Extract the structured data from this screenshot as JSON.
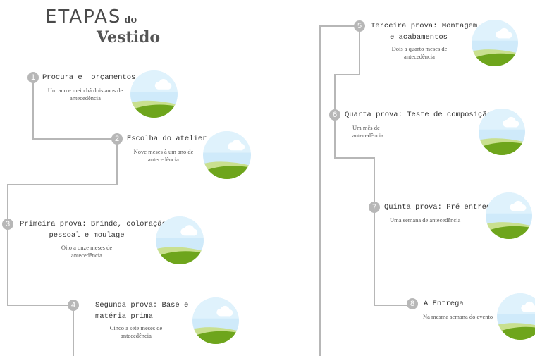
{
  "header": {
    "title_main": "ETAPAS",
    "title_do": "do",
    "title_sub": "Vestido"
  },
  "stages": [
    {
      "num": "1",
      "title": "Procura e  orçamentos",
      "desc": "Um ano e meio há dois anos de antecedência"
    },
    {
      "num": "2",
      "title": "Escolha do atelier",
      "desc": "Nove meses à um ano de antecedência"
    },
    {
      "num": "3",
      "title": "Primeira prova: Brinde, coloração\npessoal e moulage",
      "desc": "Oito a onze meses de antecedência"
    },
    {
      "num": "4",
      "title": "Segunda prova: Base e\nmatéria prima",
      "desc": "Cinco a sete meses de antecedência"
    },
    {
      "num": "5",
      "title": "Terceira prova: Montagem\ne acabamentos",
      "desc": "Dois a quarto meses de antecedência"
    },
    {
      "num": "6",
      "title": "Quarta prova: Teste de composição",
      "desc": "Um mês de antecedência"
    },
    {
      "num": "7",
      "title": "Quinta prova: Pré entrega",
      "desc": "Uma semana de antecedência"
    },
    {
      "num": "8",
      "title": "A Entrega",
      "desc": "Na mesma semana do evento"
    }
  ],
  "image_icon": "landscape-placeholder-icon",
  "colors": {
    "line": "#b7b7b7",
    "sky": "#cfeafa",
    "cloud": "#ffffff",
    "hill_light": "#c9e08f",
    "hill_dark": "#6ea51c"
  }
}
